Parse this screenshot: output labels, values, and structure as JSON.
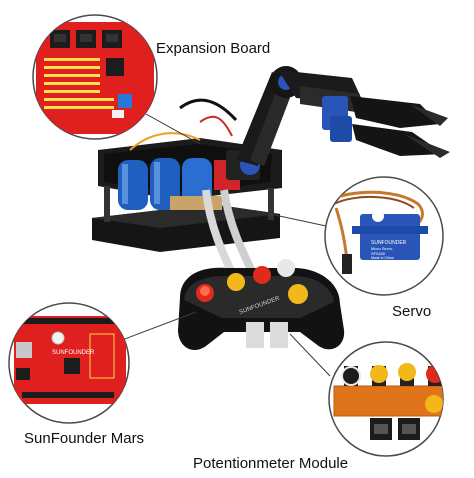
{
  "labels": {
    "expansion_board": "Expansion Board",
    "servo": "Servo",
    "sunfounder_mars": "SunFounder Mars",
    "potentiometer_module": "Potentionmeter Module"
  },
  "printed_marks": {
    "controller_brand": "SUNFOUNDER",
    "mars_brand": "SUNFOUNDER",
    "servo_brand": "SUNFOUNDER",
    "servo_model": "Micro Servo",
    "servo_part": "SF0180",
    "servo_origin": "Made in China"
  },
  "colors": {
    "callout_stroke": "#3a3a3a",
    "board_red": "#e01f1f",
    "acrylic_black": "#151515",
    "servo_blue": "#2a55b8",
    "battery_blue": "#1f5fbf",
    "knob_yellow": "#f2b81a",
    "knob_red": "#e02a1a",
    "pcb_orange": "#e0741a"
  }
}
